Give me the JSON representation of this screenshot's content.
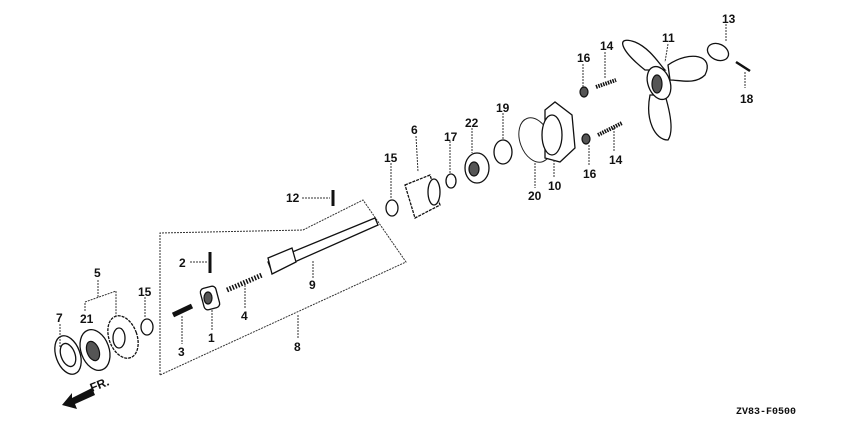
{
  "diagram": {
    "callouts": [
      "13",
      "11",
      "14",
      "16",
      "18",
      "19",
      "22",
      "17",
      "6",
      "15",
      "14",
      "16",
      "10",
      "20",
      "12",
      "2",
      "5",
      "9",
      "15",
      "7",
      "21",
      "4",
      "1",
      "3",
      "8"
    ],
    "direction_label": "FR.",
    "figure_code": "ZV83-F0500"
  }
}
